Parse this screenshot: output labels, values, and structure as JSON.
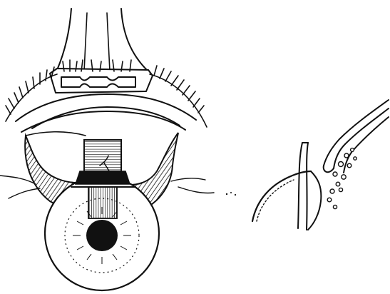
{
  "figure": {
    "ink_color": "#111111",
    "background": "#ffffff",
    "panels": [
      {
        "id": "left",
        "depicts": "eyelid-retractor-over-eyeball"
      },
      {
        "id": "right",
        "depicts": "cross-section-detail"
      }
    ]
  }
}
